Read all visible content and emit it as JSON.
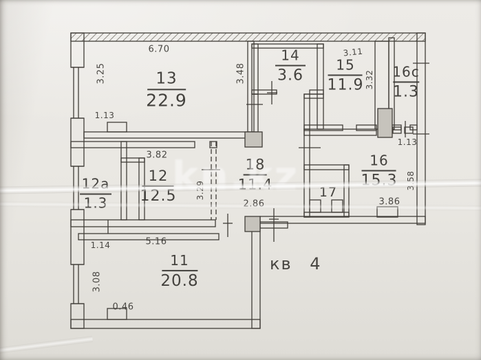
{
  "document": {
    "type": "apartment floor plan (scanned)",
    "apartment_label": "кв 4",
    "watermark": "kn.kz"
  },
  "colors": {
    "ink": "#3b3935",
    "paper": "#e9e7e2"
  },
  "rooms": {
    "r13": {
      "number": "13",
      "area": "22.9"
    },
    "r14": {
      "number": "14",
      "area": "3.6"
    },
    "r15": {
      "number": "15",
      "area": "11.9"
    },
    "r16c": {
      "number": "16с",
      "area": "1.3"
    },
    "r12a": {
      "number": "12а",
      "area": "1.3"
    },
    "r12": {
      "number": "12",
      "area": "12.5"
    },
    "r18": {
      "number": "18",
      "area": "11.4"
    },
    "r17": {
      "number": "17"
    },
    "r16": {
      "number": "16",
      "area": "15.3"
    },
    "r11": {
      "number": "11",
      "area": "20.8"
    }
  },
  "dims": {
    "d13_top": "6.70",
    "d13_left": "3.25",
    "d13_bottom_left": "1.13",
    "d_corridor_mid": "3.48",
    "d15_top": "3.11",
    "d15_right": "3.32",
    "d16c_bottom": "1.13",
    "d12_top": "3.82",
    "d12_right": "3.29",
    "d18_bottom": "2.86",
    "d16_right": "3.58",
    "d16_bottom": "3.86",
    "d11_top": "5.16",
    "d11_top_left": "1.14",
    "d11_left": "3.08",
    "d11_bottom": "0.46"
  }
}
